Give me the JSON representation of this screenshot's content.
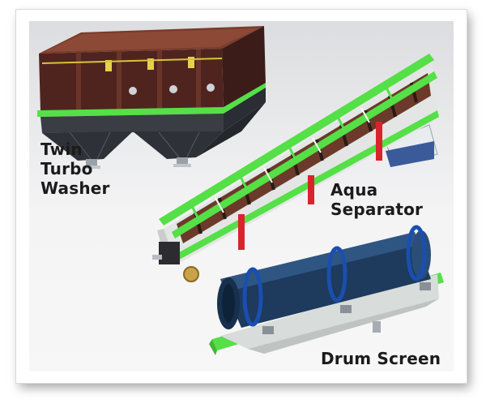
{
  "labels": {
    "twin_turbo_washer": [
      "Twin",
      "Turbo",
      "Washer"
    ],
    "aqua_separator": "Aqua Separator",
    "drum_screen": "Drum Screen"
  },
  "colors": {
    "washer_body": "#5a2a24",
    "frame_green": "#54e046",
    "support_red": "#d8242c",
    "drum_navy": "#1e3a5c",
    "trough_grey": "#d8dcda",
    "base_blue": "#3a5a9a"
  }
}
